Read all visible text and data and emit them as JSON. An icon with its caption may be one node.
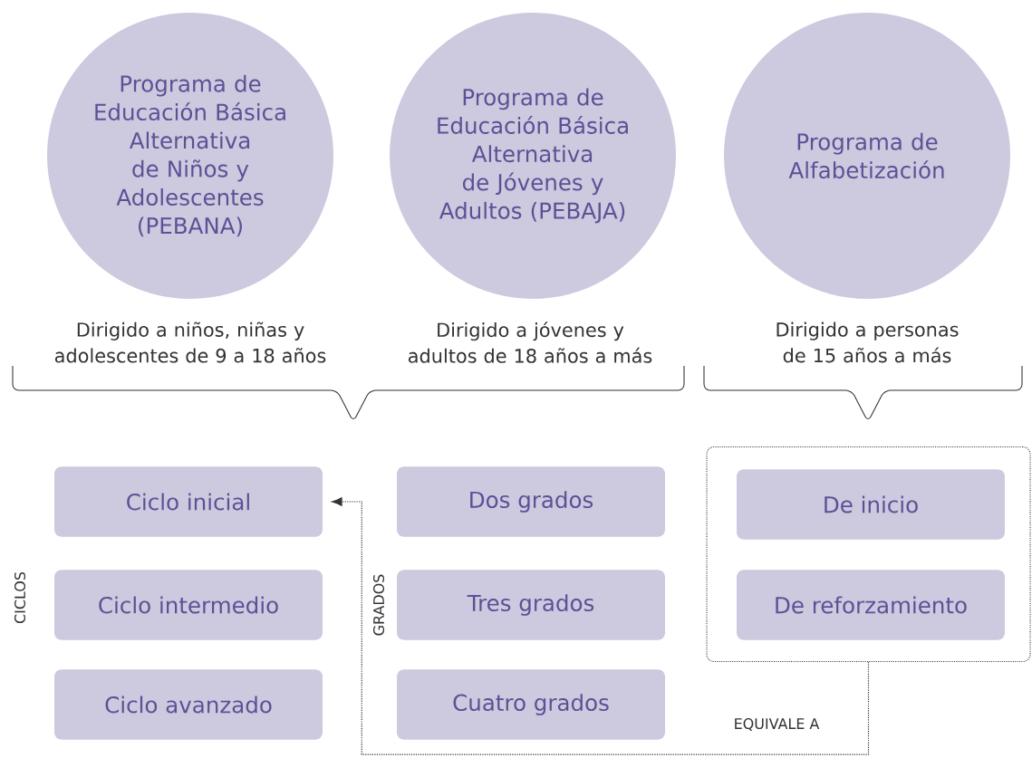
{
  "diagram": {
    "nodes": [
      {
        "text": [
          "Programa de Educación Básica Alternativa de Niños y Adolescentes (PEBANA)"
        ],
        "beside": [
          "Dirigido a niños, niñas y adolescentes de 9 a 18 años"
        ]
      },
      {
        "text": [
          "Programa de Educación Básica Alternativa de Jóvenes y Adultos (PEBAJA)"
        ],
        "beside": [
          "Dirigido a jóvenes y adultos de 18 años a más"
        ]
      },
      {
        "text": [
          "Programa de Alfabetización"
        ],
        "beside": [
          "Dirigido a personas de 15 años a más"
        ]
      },
      {
        "text": [
          "Ciclo inicial"
        ]
      },
      {
        "text": [
          "Ciclo intermedio"
        ]
      },
      {
        "text": [
          "Ciclo avanzado"
        ]
      },
      {
        "text": [
          "Dos grados"
        ]
      },
      {
        "text": [
          "Tres grados"
        ]
      },
      {
        "text": [
          "Cuatro grados"
        ]
      },
      {
        "text": [],
        "shape": "box"
      },
      {
        "text": [
          "De inicio"
        ],
        "in": 9
      },
      {
        "text": [
          "De reforzamiento"
        ],
        "in": 9
      }
    ],
    "edges": [
      {
        "from": 9,
        "to": 3,
        "arrow": "to",
        "style": "dashed",
        "label": "EQUIVALE A"
      }
    ],
    "labels": [
      "CICLOS",
      "GRADOS"
    ]
  }
}
